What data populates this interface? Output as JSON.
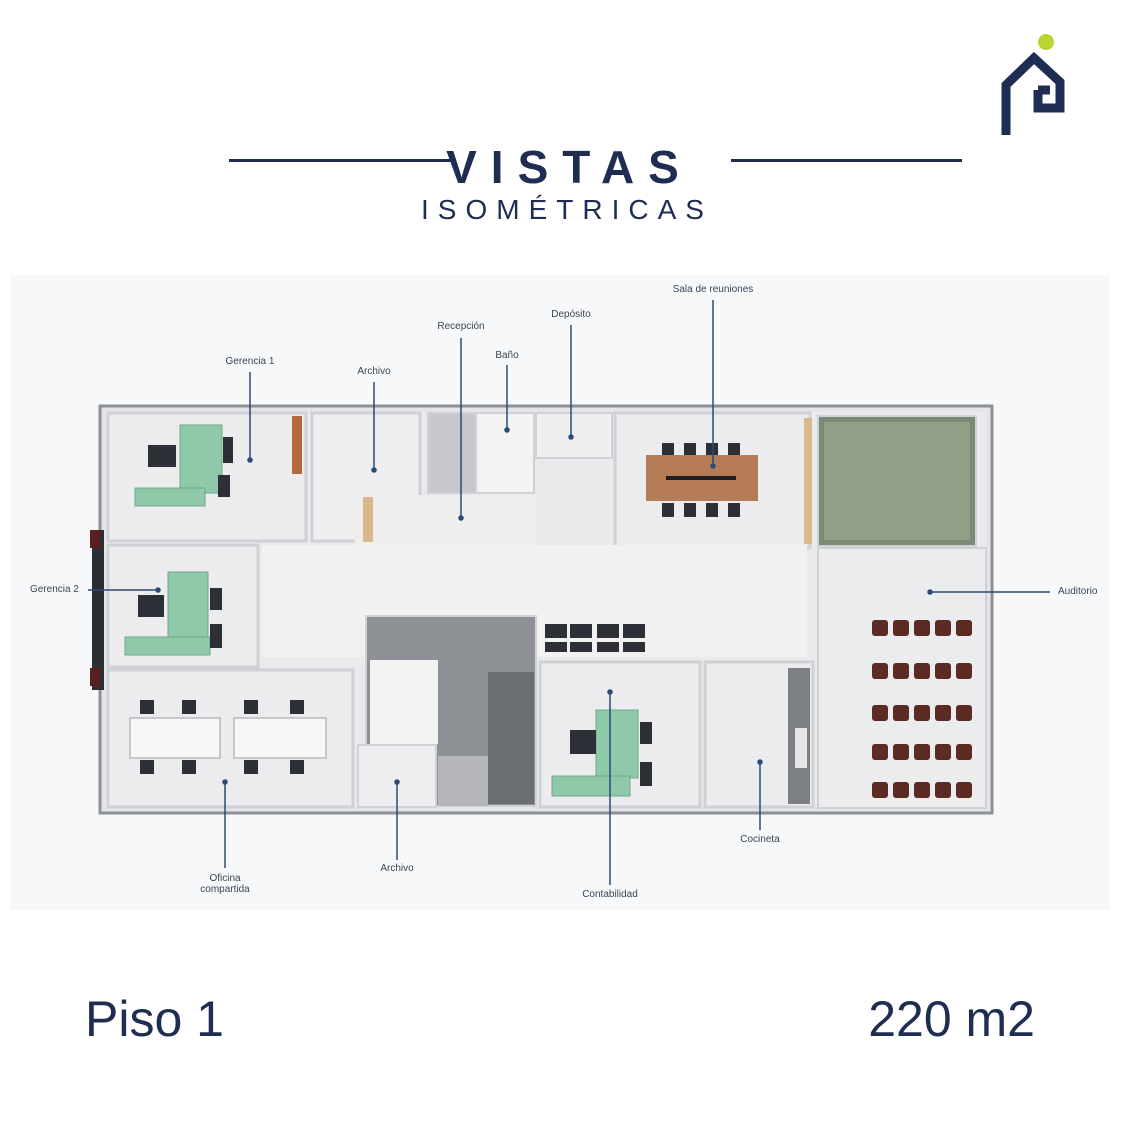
{
  "header": {
    "title": "VISTAS",
    "subtitle": "ISOMÉTRICAS"
  },
  "colors": {
    "brand_navy": "#1f2d52",
    "brand_lime": "#b8d432"
  },
  "logo": {
    "icon": "house-p-logo-icon"
  },
  "plan": {
    "labels": {
      "gerencia1": "Gerencia 1",
      "archivo_top": "Archivo",
      "recepcion": "Recepción",
      "bano": "Baño",
      "deposito": "Depósito",
      "sala": "Sala de reuniones",
      "gerencia2": "Gerencia 2",
      "auditorio": "Auditorio",
      "oficina": "Oficina compartida",
      "archivo_bottom": "Archivo",
      "contabilidad": "Contabilidad",
      "cocineta": "Cocineta"
    }
  },
  "footer": {
    "floor": "Piso 1",
    "area": "220 m2"
  }
}
